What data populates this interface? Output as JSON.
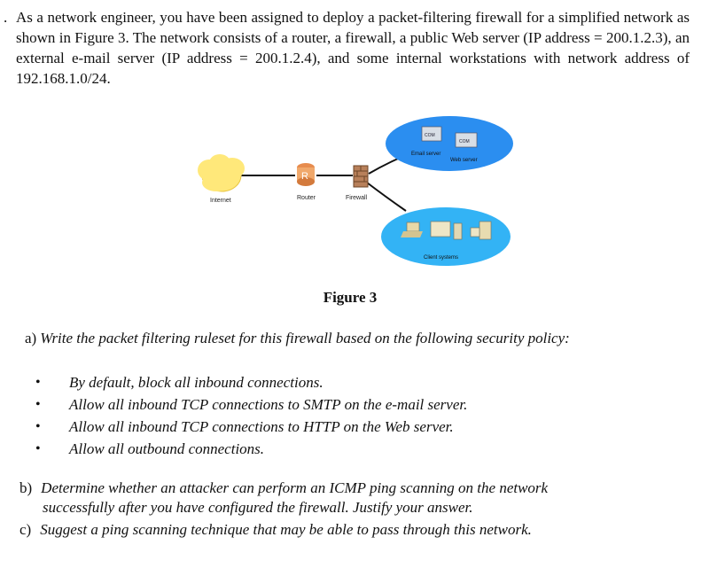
{
  "intro": {
    "text": "As a network engineer, you have been assigned to deploy a packet-filtering firewall for a simplified network as shown in Figure 3. The network consists of a router, a firewall, a public Web server (IP address = 200.1.2.3), an external e-mail server (IP address = 200.1.2.4), and some internal workstations with network address of 192.168.1.0/24."
  },
  "figure": {
    "caption": "Figure 3",
    "labels": {
      "internet": "Internet",
      "router": "Router",
      "firewall": "Firewall",
      "email_server": "Email server",
      "web_server": "Web server",
      "client_systems": "Client systems",
      "com1": "COM",
      "com2": "COM",
      "router_letter": "R"
    },
    "colors": {
      "cloud": "#ffe87a",
      "zone": "#2b8ef0",
      "zone_light": "#33b3f5"
    }
  },
  "questions": {
    "a": {
      "label": "a)",
      "text": "Write the packet filtering ruleset for this firewall based on the following security policy:",
      "policy": [
        "By default, block all inbound connections.",
        "Allow all inbound TCP connections to SMTP on the e-mail server.",
        "Allow all inbound TCP connections to HTTP on the Web server.",
        "Allow all outbound connections."
      ]
    },
    "b": {
      "label": "b)",
      "line1": "Determine whether an attacker can perform an ICMP ping scanning on the network",
      "line2": "successfully after you have configured the firewall. Justify your answer."
    },
    "c": {
      "label": "c)",
      "text": "Suggest a ping scanning technique that may be able to pass through this network."
    }
  }
}
